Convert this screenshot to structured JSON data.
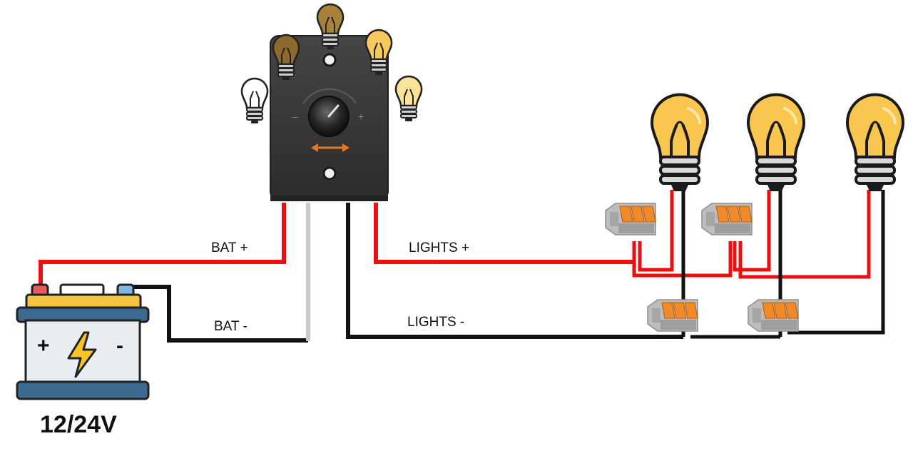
{
  "labels": {
    "bat_plus": "BAT +",
    "bat_minus": "BAT -",
    "lights_plus": "LIGHTS +",
    "lights_minus": "LIGHTS -",
    "voltage": "12/24V"
  },
  "battery": {
    "plus_symbol": "+",
    "minus_symbol": "-"
  },
  "dimmer": {
    "knob_minus": "–",
    "knob_plus": "+"
  },
  "colors": {
    "positive_wire": "#e81010",
    "negative_wire": "#111111",
    "ground_wire": "#c8c8c8",
    "dimmer_body": "#3a3a3a",
    "bulb_bright": "#f9c74f",
    "bulb_dim": "#8c6a2e",
    "bulb_off": "#ffffff",
    "battery_top": "#f5c542",
    "arrow": "#e87722",
    "connector_lever": "#f08a28"
  },
  "icons": [
    "light-bulb-icon",
    "battery-icon",
    "lightning-icon",
    "dimmer-knob-icon",
    "double-arrow-icon",
    "wago-connector-icon"
  ]
}
